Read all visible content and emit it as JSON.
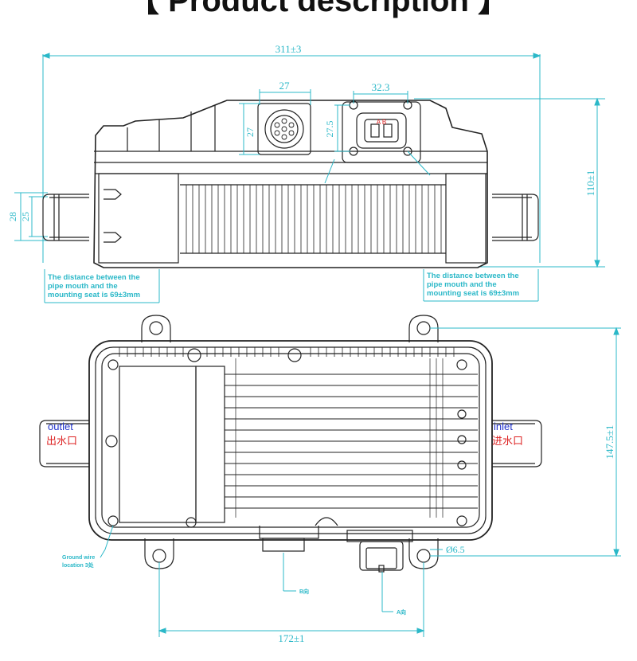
{
  "title": "【 Product description 】",
  "top_view": {
    "dim_length": "311±3",
    "dim_connector_width": "27",
    "dim_connector_height": "27",
    "dim_plug_width": "32.3",
    "dim_plug_height": "27.5",
    "dim_height": "110±1",
    "dim_pipe_outer": "28",
    "dim_pipe_inner": "25",
    "plug_markings": "A B",
    "note_left": [
      "The distance between the",
      "pipe mouth and the",
      "mounting seat is 69±3mm"
    ],
    "note_right": [
      "The distance between the",
      "pipe mouth and the",
      "mounting seat is 69±3mm"
    ]
  },
  "bottom_view": {
    "outlet_en": "outlet",
    "outlet_cn": "出水口",
    "inlet_en": "inlet",
    "inlet_cn": "进水口",
    "dim_width": "147.5±1",
    "dim_mount": "172±1",
    "dim_hole": "Ø6.5",
    "ground_wire": [
      "Ground wire",
      "location 3处"
    ],
    "label_b": "B向",
    "label_a": "A向"
  }
}
